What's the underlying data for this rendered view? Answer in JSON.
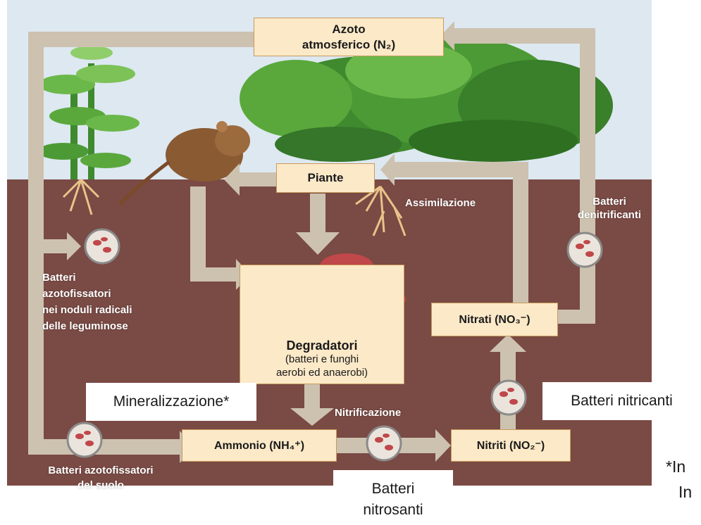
{
  "diagram": {
    "nodes": {
      "atmospheric_nitrogen": {
        "line1": "Azoto",
        "line2": "atmosferico (N₂)"
      },
      "plants": "Piante",
      "decomposers": {
        "title": "Degradatori",
        "line1": "(batteri e funghi",
        "line2": "aerobi ed anaerobi)"
      },
      "ammonium": "Ammonio (NH₄⁺)",
      "nitrites": "Nitriti (NO₂⁻)",
      "nitrates": "Nitrati (NO₃⁻)"
    },
    "labels": {
      "assimilation": "Assimilazione",
      "denitrifying": {
        "line1": "Batteri",
        "line2": "denitrificanti"
      },
      "nodule_bacteria": {
        "line1": "Batteri",
        "line2": "azotofissatori",
        "line3": "nei noduli radicali",
        "line4": "delle leguminose"
      },
      "soil_bacteria": {
        "line1": "Batteri azotofissatori",
        "line2": "del suolo"
      },
      "nitrification": "Nitrificazione"
    },
    "overlays": {
      "mineralization": "Mineralizzazione*",
      "nitrifying_bacteria": "Batteri nitricanti",
      "nitrosating_bacteria": {
        "line1": "Batteri",
        "line2": "nitrosanti"
      },
      "footnote": {
        "line1": "*In",
        "line2": "In"
      }
    },
    "colors": {
      "sky": "#dde8f1",
      "soil": "#7a4a44",
      "arrow": "#cdc2b0",
      "box_fill": "#fbe9c8",
      "bacteria": "#c0474a"
    }
  }
}
